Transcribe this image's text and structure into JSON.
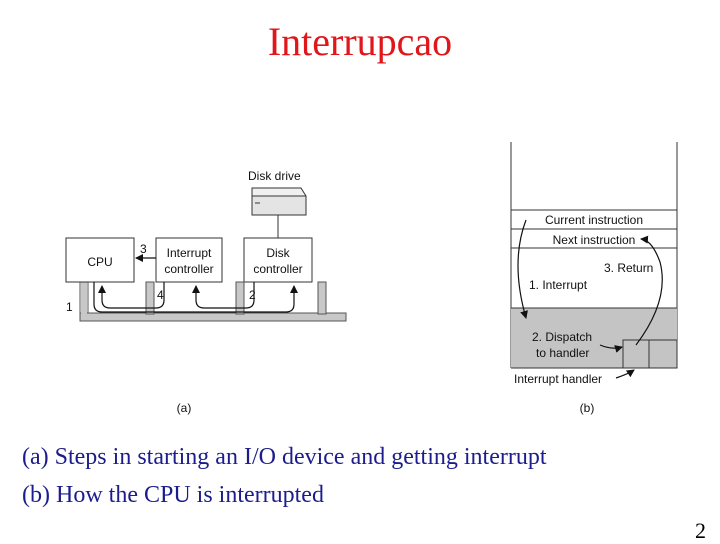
{
  "title": "Interrupcao",
  "figure_a": {
    "disk_drive": "Disk drive",
    "cpu": "CPU",
    "interrupt_controller": [
      "Interrupt",
      "controller"
    ],
    "disk_controller": [
      "Disk",
      "controller"
    ],
    "step_1": "1",
    "step_2": "2",
    "step_3": "3",
    "step_4": "4",
    "label": "(a)"
  },
  "figure_b": {
    "current_instruction": "Current instruction",
    "next_instruction": "Next instruction",
    "return": "3. Return",
    "interrupt": "1. Interrupt",
    "dispatch": [
      "2. Dispatch",
      "to handler"
    ],
    "interrupt_handler": "Interrupt handler",
    "label": "(b)"
  },
  "captions": [
    "(a) Steps in starting an I/O device and getting interrupt",
    "(b) How the CPU is interrupted"
  ],
  "page_number": "2"
}
